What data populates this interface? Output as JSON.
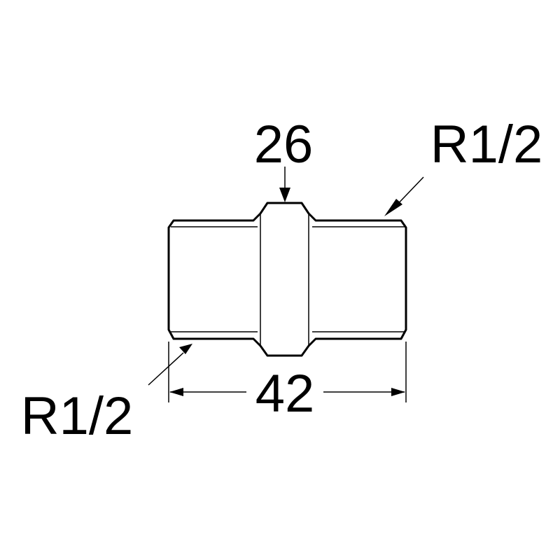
{
  "dimensions": {
    "hex_across_flats": "26",
    "overall_length": "42"
  },
  "threads": {
    "right_end": "R1/2",
    "left_end": "R1/2"
  },
  "colors": {
    "line": "#000000",
    "background": "#ffffff"
  }
}
